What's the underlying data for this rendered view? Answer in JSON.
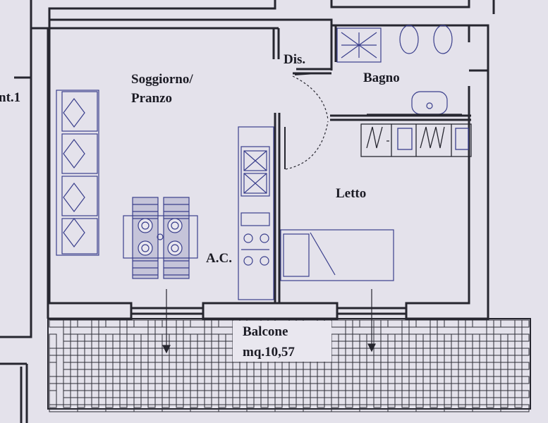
{
  "labels": {
    "soggiorno": "Soggiorno/",
    "pranzo": "Pranzo",
    "dis": "Dis.",
    "bagno": "Bagno",
    "letto": "Letto",
    "ac": "A.C.",
    "balcone": "Balcone",
    "area": "mq.10,57",
    "cut_left": "nt.1"
  },
  "colors": {
    "paper": "#e9e7ef",
    "wall": "#26262f",
    "furniture": "#3a3f8c",
    "tile_lines": "#2c2c36"
  }
}
